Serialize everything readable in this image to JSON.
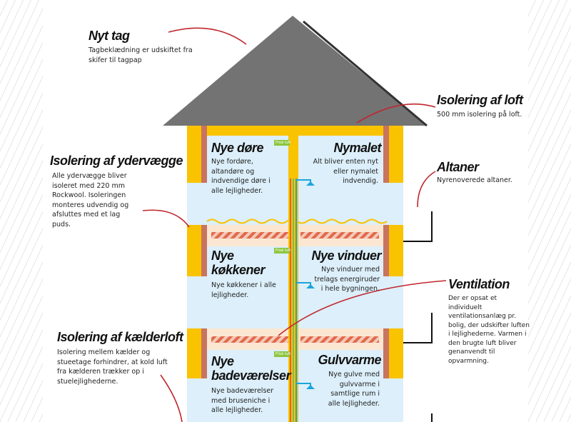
{
  "annotations": {
    "nyt_tag": {
      "title": "Nyt tag",
      "text": "Tagbeklædning er udskiftet fra skifer til tagpap"
    },
    "isolering_loft": {
      "title": "Isolering af loft",
      "text": "500 mm isolering på loft."
    },
    "ydervaegge": {
      "title": "Isolering af ydervægge",
      "text": "Alle ydervægge bliver isoleret med 220 mm Rockwool. Isoleringen monteres udvendig og afsluttes med et lag puds."
    },
    "altaner": {
      "title": "Altaner",
      "text": "Nyrenoverede altaner."
    },
    "ventilation": {
      "title": "Ventilation",
      "text": "Der er opsat et individuelt ventilationsanlæg pr. bolig, der udskifter luften i lejlighederne. Varmen i den brugte luft bliver genanvendt til opvarmning."
    },
    "kaelderloft": {
      "title": "Isolering af kælderloft",
      "text": "Isolering mellem kælder og stueetage forhindrer, at kold luft fra kælderen trækker op i stuelejlighederne."
    }
  },
  "rooms": {
    "doere": {
      "title": "Nye døre",
      "text": "Nye fordøre, altandøre og indvendige døre i alle lejligheder."
    },
    "nymalet": {
      "title": "Nymalet",
      "text": "Alt bliver enten nyt eller nymalet indvendig."
    },
    "koekkener": {
      "title": "Nye køkkener",
      "text": "Nye køkkener i alle lejligheder."
    },
    "vinduer": {
      "title": "Nye vinduer",
      "text": "Nye vinduer med trelags energiruder i hele bygningen."
    },
    "bad": {
      "title": "Nye badeværelser",
      "text": "Nye badeværelser med bruseniche i alle lejligheder."
    },
    "gulvvarme": {
      "title": "Gulvvarme",
      "text": "Nye gulve med gulvvarme i samtlige rum i alle lejligheder."
    }
  },
  "labels": {
    "fresh_air": "Frisk luft"
  },
  "colors": {
    "roof": "#737373",
    "insulation": "#f9c300",
    "glass": "#dcefFa",
    "arrow": "#c0262d",
    "brick": "#c9745f"
  }
}
